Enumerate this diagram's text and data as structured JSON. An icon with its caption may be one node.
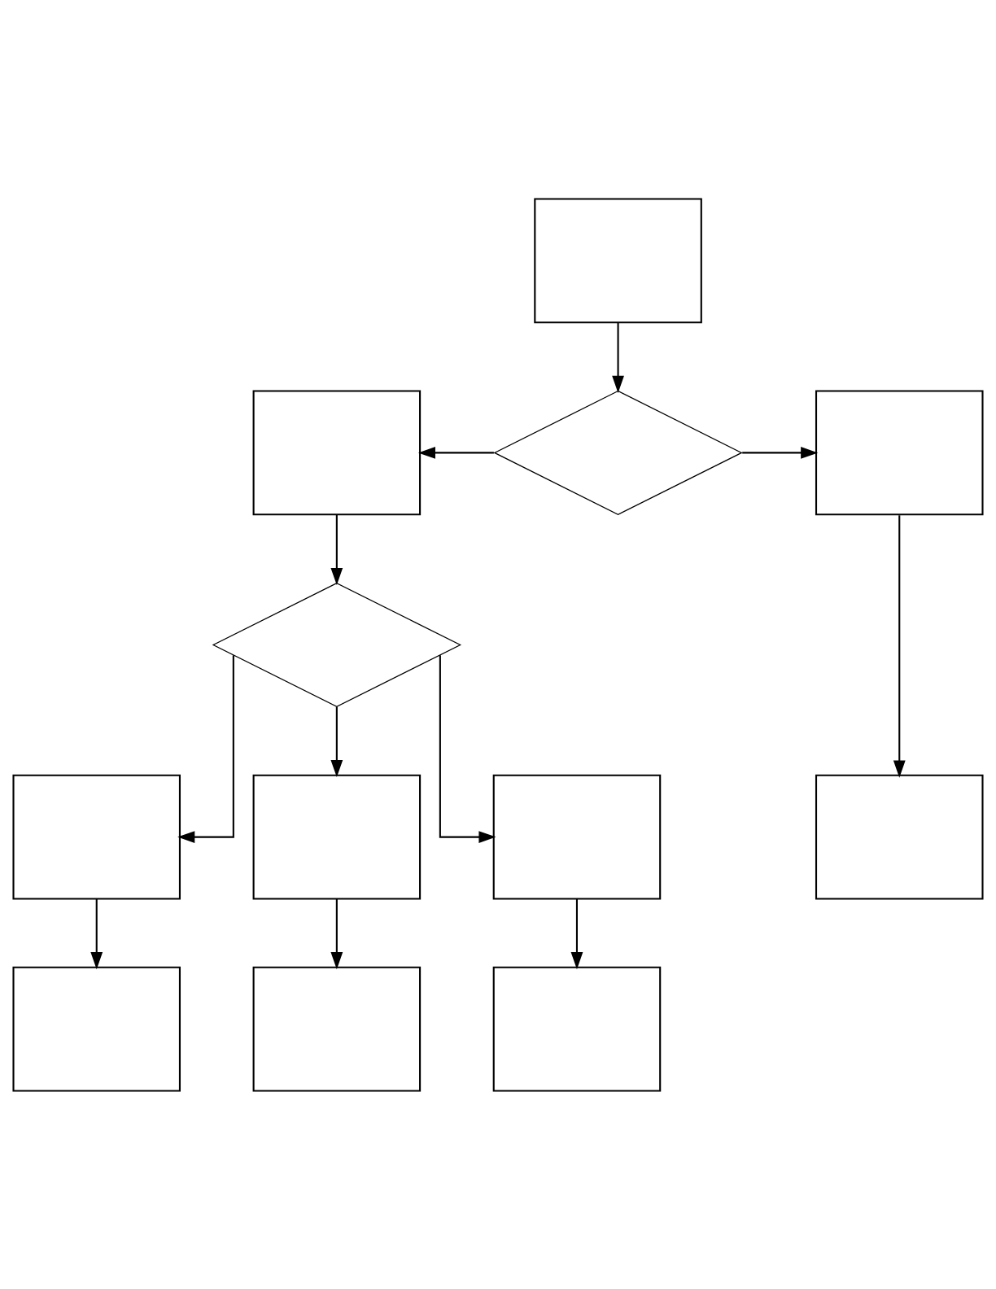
{
  "diagram": {
    "nodes": [
      {
        "text": [],
        "shape": "box"
      },
      {
        "text": [],
        "shape": "box"
      },
      {
        "text": [],
        "shape": "diamond"
      },
      {
        "text": [],
        "shape": "box"
      },
      {
        "text": [],
        "shape": "diamond"
      },
      {
        "text": [],
        "shape": "box"
      },
      {
        "text": [],
        "shape": "box"
      },
      {
        "text": [],
        "shape": "box"
      },
      {
        "text": [],
        "shape": "box"
      },
      {
        "text": [],
        "shape": "box"
      },
      {
        "text": [],
        "shape": "box"
      },
      {
        "text": [],
        "shape": "box"
      }
    ],
    "edges": [
      {
        "from": 0,
        "to": 2,
        "arrow": "to"
      },
      {
        "from": 2,
        "to": 1,
        "arrow": "to"
      },
      {
        "from": 2,
        "to": 3,
        "arrow": "to"
      },
      {
        "from": 1,
        "to": 4,
        "arrow": "to"
      },
      {
        "from": 4,
        "to": 5,
        "arrow": "to"
      },
      {
        "from": 4,
        "to": 6,
        "arrow": "to"
      },
      {
        "from": 4,
        "to": 7,
        "arrow": "to"
      },
      {
        "from": 3,
        "to": 8,
        "arrow": "to"
      },
      {
        "from": 5,
        "to": 9,
        "arrow": "to"
      },
      {
        "from": 6,
        "to": 10,
        "arrow": "to"
      },
      {
        "from": 7,
        "to": 11,
        "arrow": "to"
      }
    ]
  }
}
